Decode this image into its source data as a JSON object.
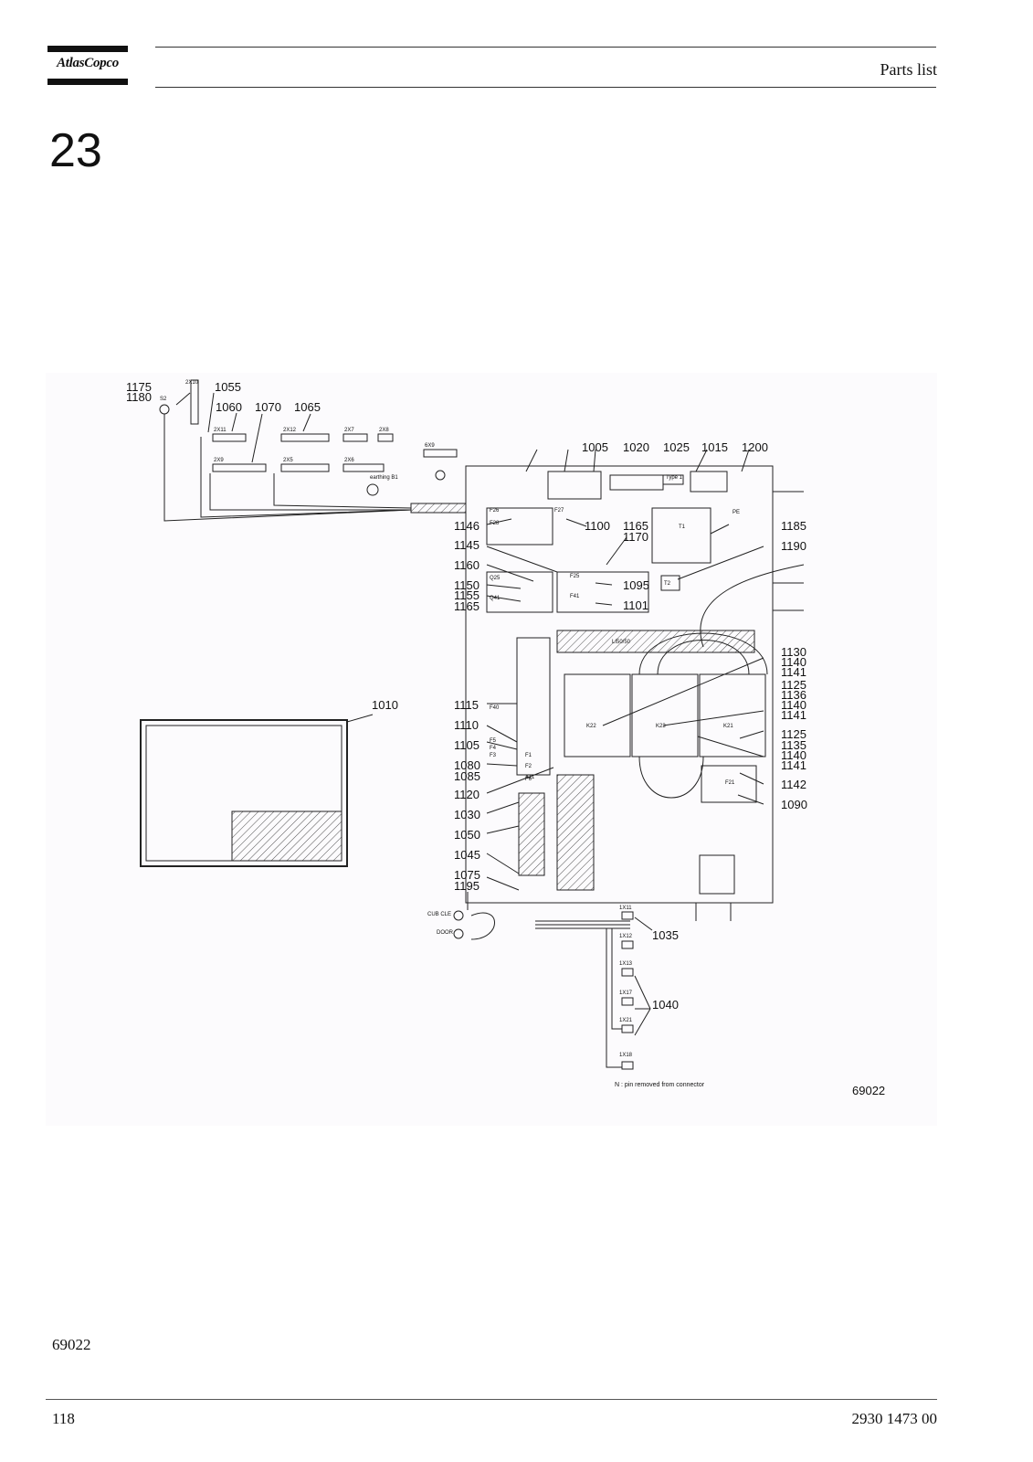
{
  "header": {
    "logo_text": "AtlasCopco",
    "section_title": "Parts list"
  },
  "chapter_number": "23",
  "figure": {
    "code": "69022",
    "callouts": [
      "1175",
      "1180",
      "1055",
      "1060",
      "1070",
      "1065",
      "1005",
      "1020",
      "1025",
      "1015",
      "1200",
      "1146",
      "1100",
      "1165",
      "1170",
      "1185",
      "1145",
      "1190",
      "1160",
      "1095",
      "1150",
      "1155",
      "1165",
      "1101",
      "1130",
      "1140",
      "1141",
      "1010",
      "1115",
      "1125",
      "1136",
      "1140",
      "1141",
      "1110",
      "1125",
      "1105",
      "1135",
      "1140",
      "1141",
      "1080",
      "1085",
      "1142",
      "1120",
      "1090",
      "1030",
      "1050",
      "1045",
      "1075",
      "1195",
      "1035",
      "1040"
    ],
    "component_labels": [
      "2X10",
      "2X11",
      "2X12",
      "2X7",
      "2X8",
      "2X9",
      "2X5",
      "2X6",
      "6X9",
      "earthing B1",
      "S2",
      "F26",
      "F27",
      "F28",
      "F25",
      "F41",
      "Q25",
      "Q41",
      "T1",
      "T2",
      "PE",
      "LI50/50",
      "K22",
      "K23",
      "K21",
      "F21",
      "F1",
      "F2",
      "F3",
      "F4",
      "F5",
      "F6",
      "F40",
      "X11",
      "CUB CLE",
      "DOOR",
      "1X11",
      "1X12",
      "1X13",
      "1X17",
      "1X21",
      "1X18",
      "Type 1"
    ],
    "footnote": "N : pin removed from connector"
  },
  "footer": {
    "figure_code": "69022",
    "page_number": "118",
    "document_number": "2930 1473 00"
  }
}
